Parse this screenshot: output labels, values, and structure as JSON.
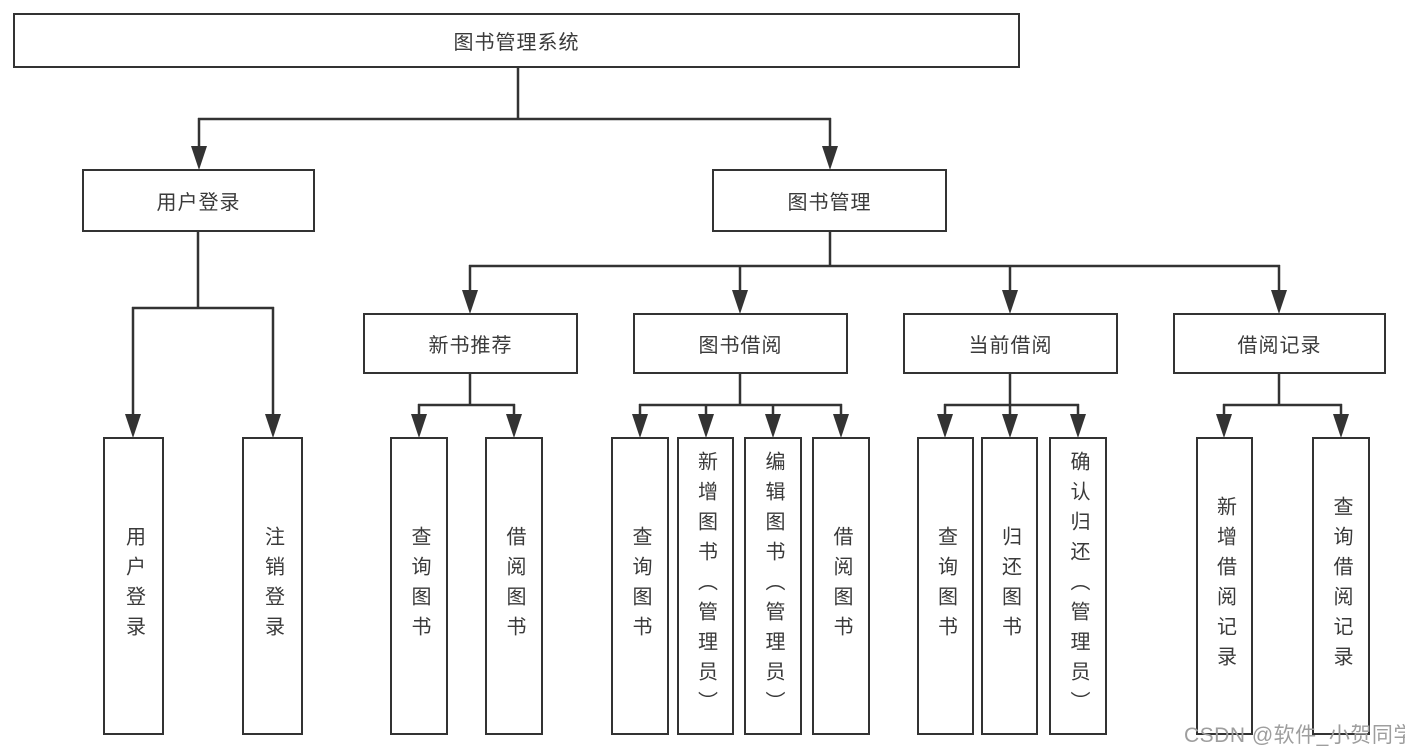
{
  "diagram": {
    "root": {
      "label": "图书管理系统"
    },
    "level2": [
      {
        "label": "用户登录"
      },
      {
        "label": "图书管理"
      }
    ],
    "level3": [
      {
        "label": "新书推荐"
      },
      {
        "label": "图书借阅"
      },
      {
        "label": "当前借阅"
      },
      {
        "label": "借阅记录"
      }
    ],
    "leaves": [
      {
        "label": "用户登录"
      },
      {
        "label": "注销登录"
      },
      {
        "label": "查询图书"
      },
      {
        "label": "借阅图书"
      },
      {
        "label": "查询图书"
      },
      {
        "label": "新增图书（管理员）"
      },
      {
        "label": "编辑图书（管理员）"
      },
      {
        "label": "借阅图书"
      },
      {
        "label": "查询图书"
      },
      {
        "label": "归还图书"
      },
      {
        "label": "确认归还（管理员）"
      },
      {
        "label": "新增借阅记录"
      },
      {
        "label": "查询借阅记录"
      }
    ],
    "colors": {
      "line": "#333333",
      "text": "#3a3a3a",
      "background": "#ffffff",
      "watermark": "#9e9e9e"
    }
  },
  "watermark": {
    "text": "CSDN @软件_小贺同学"
  }
}
